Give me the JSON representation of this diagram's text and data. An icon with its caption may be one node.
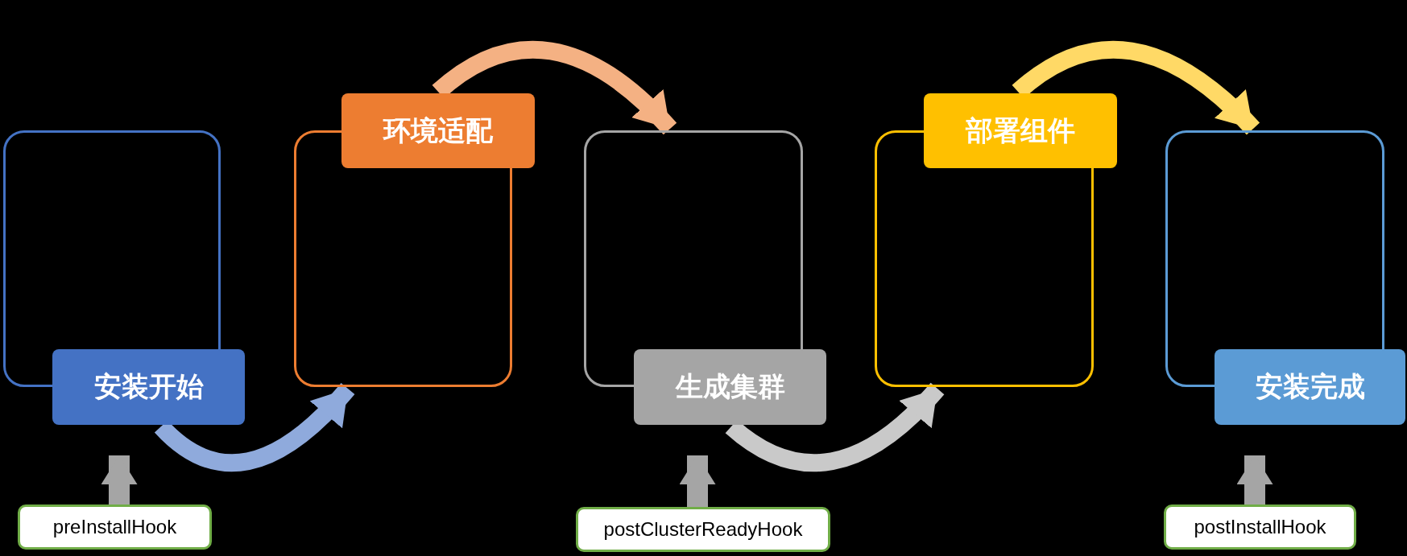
{
  "diagram": {
    "nodes": [
      {
        "text": [
          "安装开始"
        ]
      },
      {
        "text": [
          "环境适配"
        ]
      },
      {
        "text": [
          "生成集群"
        ]
      },
      {
        "text": [
          "部署组件"
        ]
      },
      {
        "text": [
          "安装完成"
        ]
      },
      {
        "text": [
          "preInstallHook"
        ]
      },
      {
        "text": [
          "postClusterReadyHook"
        ]
      },
      {
        "text": [
          "postInstallHook"
        ]
      }
    ],
    "edges": [
      {
        "from": 0,
        "to": 1,
        "arrow": "to",
        "color": "#8faadc"
      },
      {
        "from": 1,
        "to": 2,
        "arrow": "to",
        "color": "#f4b183"
      },
      {
        "from": 2,
        "to": 3,
        "arrow": "to",
        "color": "#c9c9c9"
      },
      {
        "from": 3,
        "to": 4,
        "arrow": "to",
        "color": "#ffd966"
      },
      {
        "from": 5,
        "to": 0,
        "arrow": "to",
        "color": "#a5a5a5"
      },
      {
        "from": 6,
        "to": 2,
        "arrow": "to",
        "color": "#a5a5a5"
      },
      {
        "from": 7,
        "to": 4,
        "arrow": "to",
        "color": "#a5a5a5"
      }
    ]
  }
}
